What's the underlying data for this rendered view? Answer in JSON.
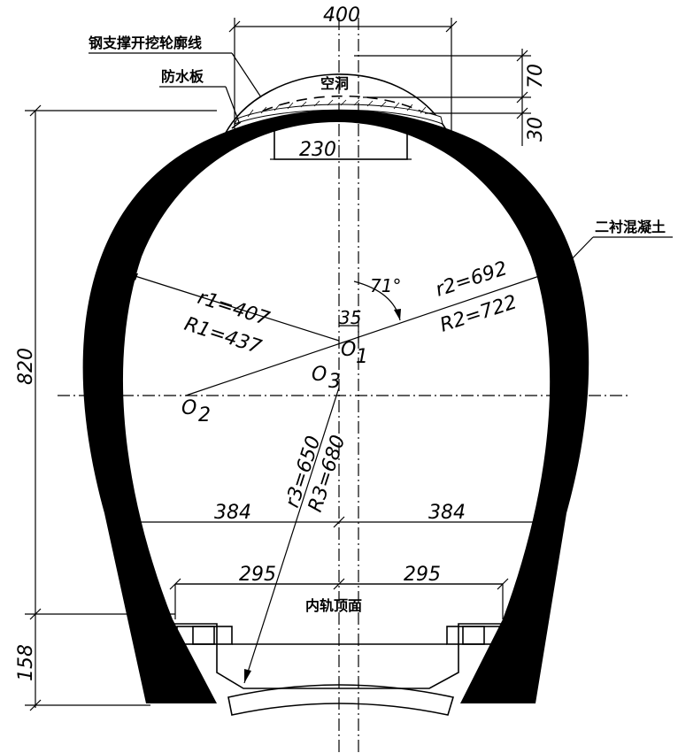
{
  "labels": {
    "steel_support": "钢支撑开挖轮廓线",
    "waterproof": "防水板",
    "cavity": "空洞",
    "secondary_lining": "二衬混凝土",
    "rail_top": "内轨顶面"
  },
  "dimensions": {
    "top_width": "400",
    "cavity_width": "230",
    "cavity_height": "70",
    "lining_gap": "30",
    "total_height": "820",
    "bottom_height": "158",
    "half_span_left": "384",
    "half_span_right": "384",
    "rail_left": "295",
    "rail_right": "295",
    "angle": "71°",
    "offset": "35"
  },
  "radii": {
    "r1": "r1=407",
    "R1": "R1=437",
    "r2": "r2=692",
    "R2": "R2=722",
    "r3": "r3=650",
    "R3": "R3=680"
  },
  "centers": {
    "o1": "O",
    "o1_sub": "1",
    "o2": "O",
    "o2_sub": "2",
    "o3": "O",
    "o3_sub": "3"
  }
}
